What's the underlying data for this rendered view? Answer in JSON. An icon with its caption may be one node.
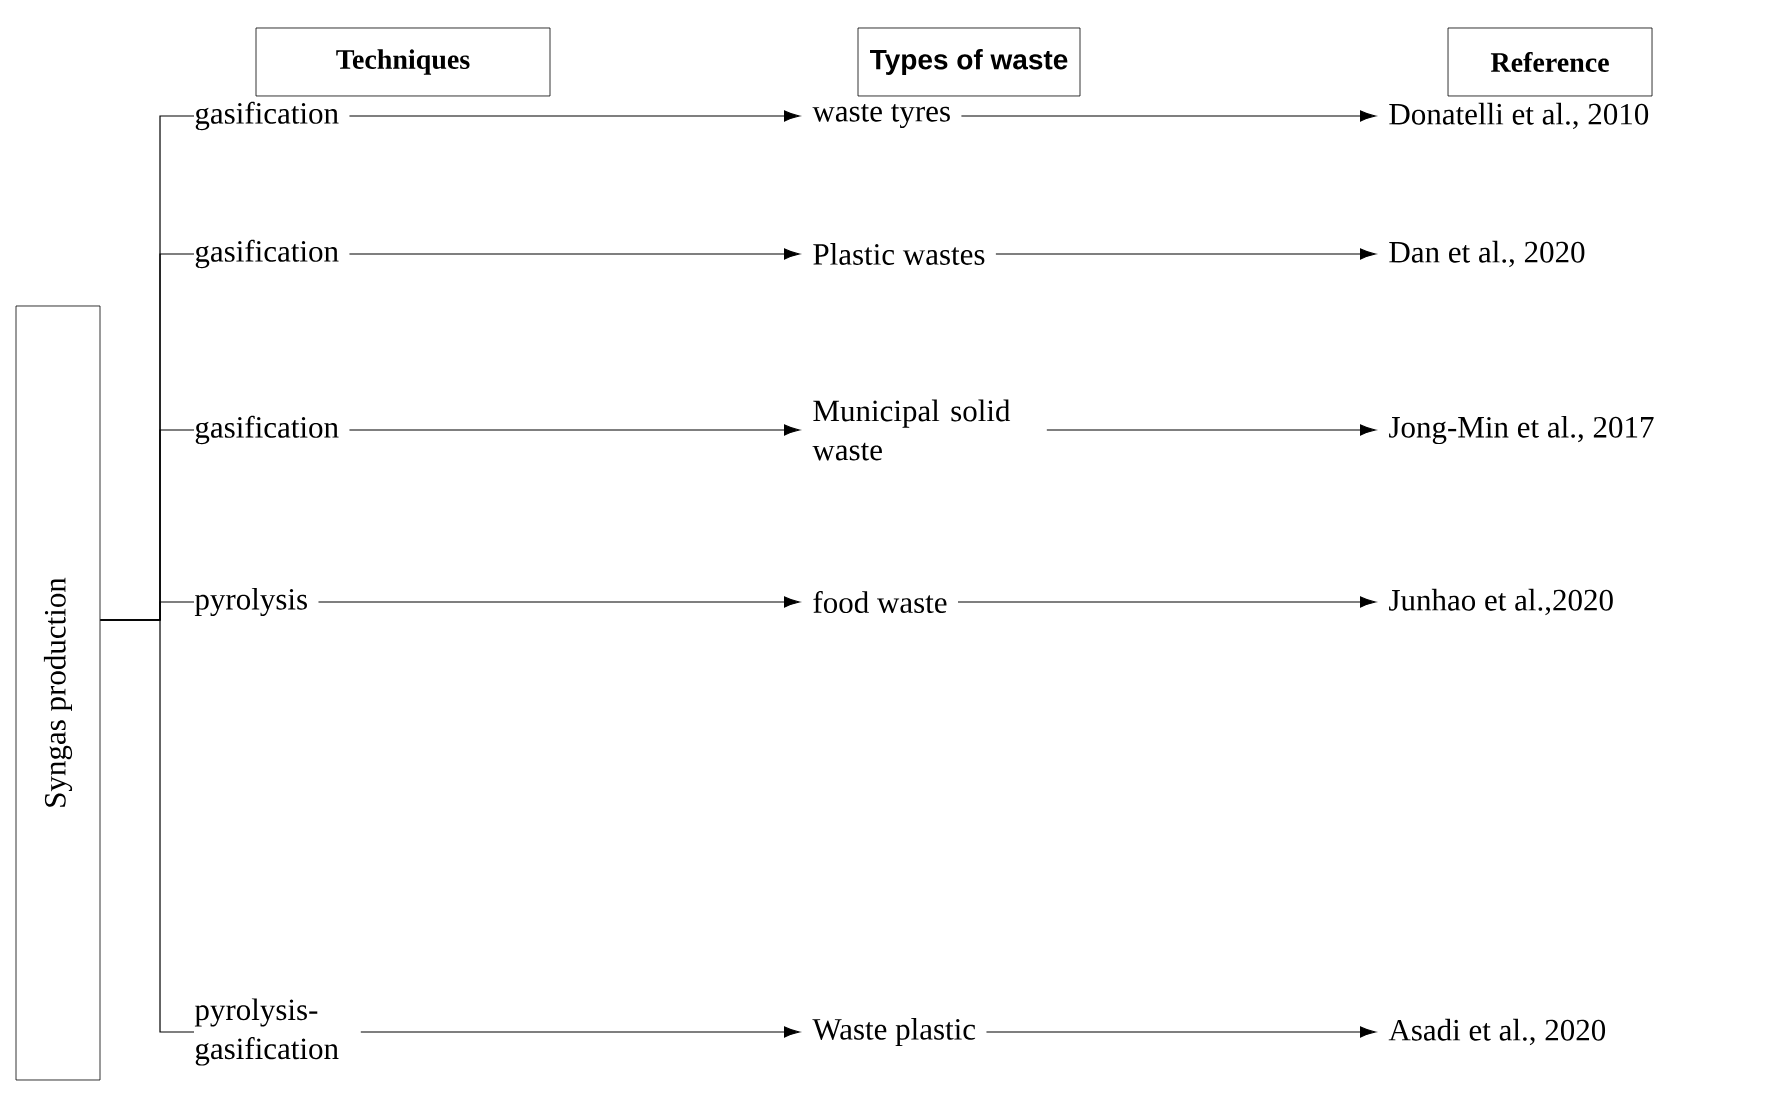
{
  "diagram": {
    "nodes": [
      {
        "text": [
          "Techniques"
        ]
      },
      {
        "text": [
          "Types of waste"
        ]
      },
      {
        "text": [
          "Reference"
        ]
      },
      {
        "text": [
          "Syngas production"
        ]
      },
      {
        "text": [
          "gasification"
        ]
      },
      {
        "text": [
          "waste tyres"
        ]
      },
      {
        "text": [
          "Donatelli et al., 2010"
        ]
      },
      {
        "text": [
          "gasification"
        ]
      },
      {
        "text": [
          "Plastic wastes"
        ]
      },
      {
        "text": [
          "Dan et al., 2020"
        ]
      },
      {
        "text": [
          "gasification"
        ]
      },
      {
        "text": [
          "Municipal solid waste"
        ]
      },
      {
        "text": [
          "Jong-Min et al., 2017"
        ]
      },
      {
        "text": [
          "pyrolysis"
        ]
      },
      {
        "text": [
          "food waste"
        ]
      },
      {
        "text": [
          "Junhao et al.,2020"
        ]
      },
      {
        "text": [
          "pyrolysis- gasification"
        ]
      },
      {
        "text": [
          "Waste plastic"
        ]
      },
      {
        "text": [
          "Asadi et al., 2020"
        ]
      }
    ],
    "edges": [
      {
        "from": 3,
        "to": 4,
        "arrow": "none"
      },
      {
        "from": 3,
        "to": 7,
        "arrow": "none"
      },
      {
        "from": 3,
        "to": 10,
        "arrow": "none"
      },
      {
        "from": 3,
        "to": 13,
        "arrow": "none"
      },
      {
        "from": 3,
        "to": 16,
        "arrow": "none"
      },
      {
        "from": 4,
        "to": 5,
        "arrow": "to"
      },
      {
        "from": 5,
        "to": 6,
        "arrow": "to"
      },
      {
        "from": 7,
        "to": 8,
        "arrow": "to"
      },
      {
        "from": 8,
        "to": 9,
        "arrow": "to"
      },
      {
        "from": 10,
        "to": 11,
        "arrow": "to"
      },
      {
        "from": 11,
        "to": 12,
        "arrow": "to"
      },
      {
        "from": 13,
        "to": 14,
        "arrow": "to"
      },
      {
        "from": 14,
        "to": 15,
        "arrow": "to"
      },
      {
        "from": 16,
        "to": 17,
        "arrow": "to"
      },
      {
        "from": 17,
        "to": 18,
        "arrow": "to"
      }
    ]
  }
}
